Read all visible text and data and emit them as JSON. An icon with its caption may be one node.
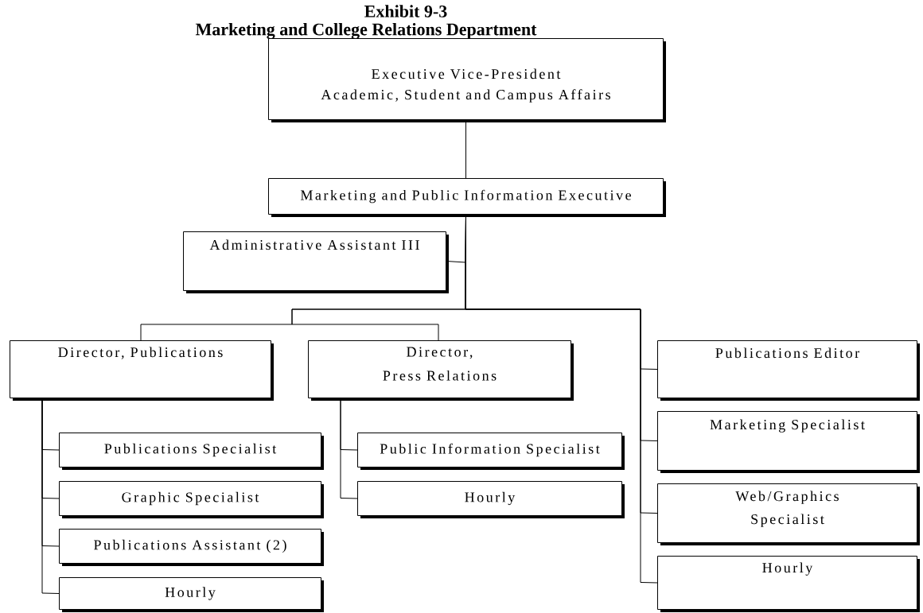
{
  "diagram": {
    "title": "Exhibit 9-3",
    "nodes": [
      {
        "text": [
          "Executive Vice-President Academic, Student and Campus Affairs"
        ]
      },
      {
        "text": [
          "Marketing and Public Information Executive"
        ]
      },
      {
        "text": [
          "Administrative Assistant III"
        ]
      },
      {
        "text": [
          "Director, Publications"
        ]
      },
      {
        "text": [
          "Director, Press Relations"
        ]
      },
      {
        "text": [
          "Publications Editor"
        ]
      },
      {
        "text": [
          "Publications Specialist"
        ]
      },
      {
        "text": [
          "Graphic Specialist"
        ]
      },
      {
        "text": [
          "Publications Assistant (2)"
        ]
      },
      {
        "text": [
          "Hourly"
        ]
      },
      {
        "text": [
          "Public Information Specialist"
        ]
      },
      {
        "text": [
          "Hourly"
        ]
      },
      {
        "text": [
          "Marketing Specialist"
        ]
      },
      {
        "text": [
          "Web/Graphics Specialist"
        ]
      },
      {
        "text": [
          "Hourly"
        ]
      }
    ],
    "edges": [
      {
        "from": 0,
        "to": 1,
        "arrow": "none"
      },
      {
        "from": 1,
        "to": 2,
        "arrow": "none"
      },
      {
        "from": 1,
        "to": 3,
        "arrow": "none"
      },
      {
        "from": 1,
        "to": 4,
        "arrow": "none"
      },
      {
        "from": 1,
        "to": 5,
        "arrow": "none"
      },
      {
        "from": 1,
        "to": 12,
        "arrow": "none"
      },
      {
        "from": 1,
        "to": 13,
        "arrow": "none"
      },
      {
        "from": 1,
        "to": 14,
        "arrow": "none"
      },
      {
        "from": 3,
        "to": 6,
        "arrow": "none"
      },
      {
        "from": 3,
        "to": 7,
        "arrow": "none"
      },
      {
        "from": 3,
        "to": 8,
        "arrow": "none"
      },
      {
        "from": 3,
        "to": 9,
        "arrow": "none"
      },
      {
        "from": 4,
        "to": 10,
        "arrow": "none"
      },
      {
        "from": 4,
        "to": 11,
        "arrow": "none"
      }
    ],
    "labels": [
      "Marketing and College Relations Department"
    ]
  }
}
